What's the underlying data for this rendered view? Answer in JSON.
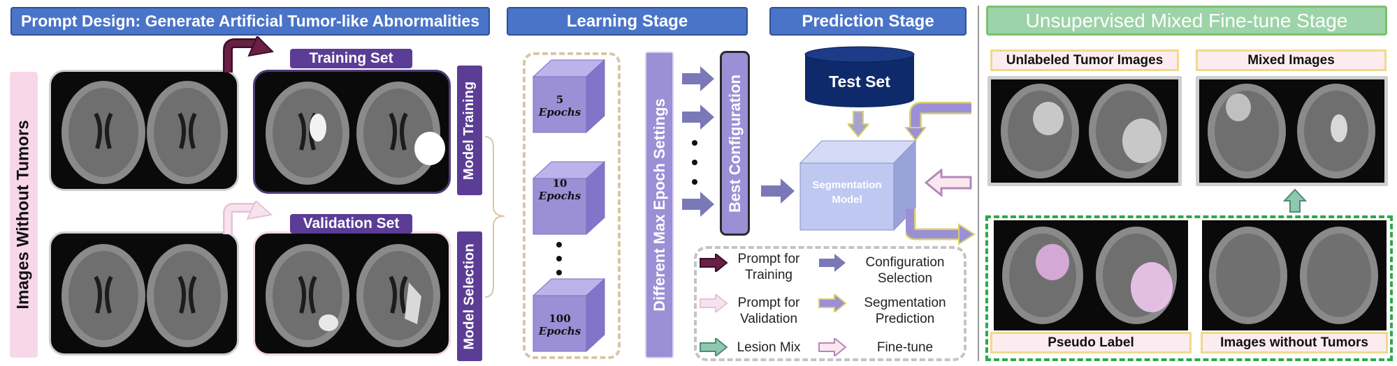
{
  "headers": {
    "prompt_design": "Prompt Design: Generate Artificial Tumor-like Abnormalities",
    "learning": "Learning Stage",
    "prediction": "Prediction Stage",
    "unsupervised": "Unsupervised Mixed Fine-tune Stage"
  },
  "left": {
    "images_without_tumors": "Images Without  Tumors",
    "training_set": "Training Set",
    "validation_set": "Validation  Set",
    "model_training": "Model Training",
    "model_selection": "Model Selection"
  },
  "learning": {
    "epochs": [
      {
        "num": "5",
        "unit": "Epochs"
      },
      {
        "num": "10",
        "unit": "Epochs"
      },
      {
        "num": "100",
        "unit": "Epochs"
      }
    ],
    "epoch_word": "Epochs",
    "different_max_epoch": "Different  Max  Epoch  Settings",
    "best_configuration": "Best Configuration"
  },
  "prediction": {
    "test_set": "Test Set",
    "segmentation_model": "Segmentation Model"
  },
  "legend": {
    "prompt_training": "Prompt for Training",
    "prompt_validation": "Prompt for Validation",
    "lesion_mix": "Lesion Mix",
    "configuration_selection": "Configuration Selection",
    "segmentation_prediction": "Segmentation Prediction",
    "fine_tune": "Fine-tune"
  },
  "unsup": {
    "unlabeled": "Unlabeled Tumor Images",
    "mixed": "Mixed Images",
    "pseudo_label": "Pseudo Label",
    "images_without_tumors": "Images without Tumors"
  },
  "colors": {
    "header_blue": "#4a74c8",
    "dark_purple": "#5b3d95",
    "arrow_purple": "#7b78b8",
    "cube_purple": "#9b8fd6",
    "model_blue": "#bfc8f0",
    "test_navy": "#0f2a6a",
    "dashed_green": "#2ea84a",
    "label_yellow": "#f5e6a0",
    "label_pink": "#f8d7de",
    "prompt_train": "#5a1a3a",
    "prompt_val": "#f3d6e6",
    "lesion_mix": "#8fc7b0"
  }
}
